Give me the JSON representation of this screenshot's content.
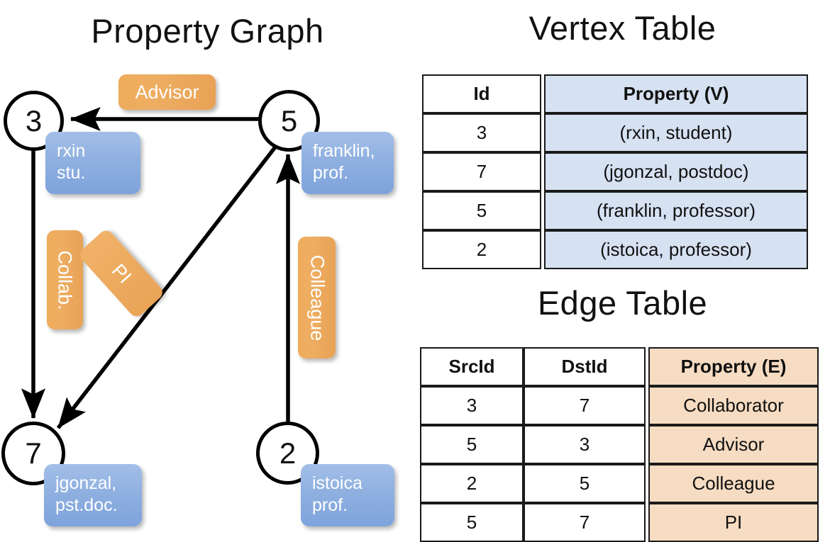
{
  "titles": {
    "property_graph": "Property Graph",
    "vertex_table": "Vertex Table",
    "edge_table": "Edge Table"
  },
  "graph": {
    "nodes": [
      {
        "id": "3",
        "property": "rxin\nstu.",
        "prop_line1": "rxin",
        "prop_line2": "stu."
      },
      {
        "id": "5",
        "property": "franklin,\nprof.",
        "prop_line1": "franklin,",
        "prop_line2": "prof."
      },
      {
        "id": "7",
        "property": "jgonzal,\npst.doc.",
        "prop_line1": "jgonzal,",
        "prop_line2": "pst.doc."
      },
      {
        "id": "2",
        "property": "istoica\nprof.",
        "prop_line1": "istoica",
        "prop_line2": "prof."
      }
    ],
    "edge_labels": [
      {
        "name": "advisor",
        "text": "Advisor",
        "orientation": "horizontal"
      },
      {
        "name": "collab",
        "text": "Collab.",
        "orientation": "vertical"
      },
      {
        "name": "pi",
        "text": "PI",
        "orientation": "diagonal"
      },
      {
        "name": "colleague",
        "text": "Colleague",
        "orientation": "vertical"
      }
    ],
    "arrows": [
      {
        "from": "5",
        "to": "3",
        "label": "Advisor"
      },
      {
        "from": "3",
        "to": "7",
        "label": "Collab."
      },
      {
        "from": "5",
        "to": "7",
        "label": "PI"
      },
      {
        "from": "2",
        "to": "5",
        "label": "Colleague"
      }
    ]
  },
  "vertex_table": {
    "headers": [
      "Id",
      "Property (V)"
    ],
    "rows": [
      {
        "id": "3",
        "property": "(rxin, student)"
      },
      {
        "id": "7",
        "property": "(jgonzal, postdoc)"
      },
      {
        "id": "5",
        "property": "(franklin, professor)"
      },
      {
        "id": "2",
        "property": "(istoica, professor)"
      }
    ]
  },
  "edge_table": {
    "headers": [
      "SrcId",
      "DstId",
      "Property (E)"
    ],
    "rows": [
      {
        "src": "3",
        "dst": "7",
        "property": "Collaborator"
      },
      {
        "src": "5",
        "dst": "3",
        "property": "Advisor"
      },
      {
        "src": "2",
        "dst": "5",
        "property": "Colleague"
      },
      {
        "src": "5",
        "dst": "7",
        "property": "PI"
      }
    ]
  },
  "colors": {
    "vertex_property_fill": "#d6e1f2",
    "edge_property_fill": "#f6dcc2",
    "node_box_blue": "#8fb0e0",
    "edge_label_orange": "#eeab5c",
    "background": "#ffffff",
    "stroke": "#000000"
  }
}
